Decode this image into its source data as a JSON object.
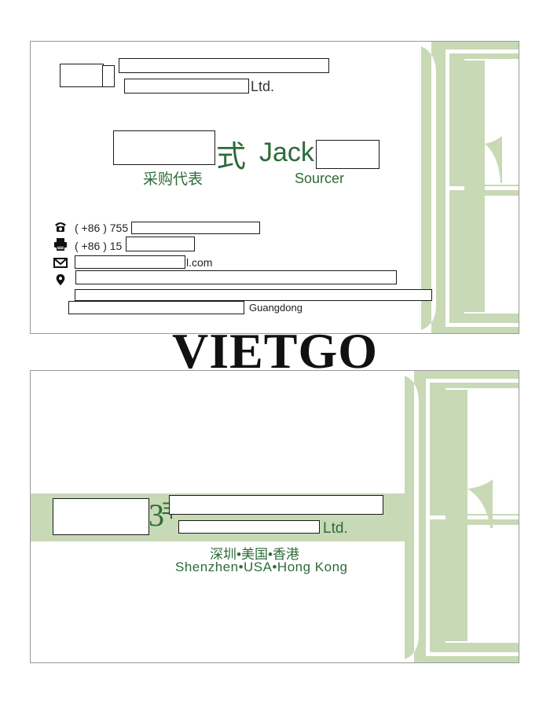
{
  "front": {
    "company_en_suffix": "Ltd.",
    "name_en_first": "Jack",
    "title_cn": "采购代表",
    "title_en": "Sourcer",
    "phone_prefix": "( +86 ) 755",
    "fax_prefix": "( +86 ) 15",
    "email_suffix": "l.com",
    "address_suffix": "Guangdong",
    "deco_letter": "E"
  },
  "back": {
    "company_en_suffix": "Ltd.",
    "locations_cn": "深圳•美国•香港",
    "locations_en": "Shenzhen•USA•Hong Kong",
    "deco_letter": "E"
  },
  "watermark": "VIETGO",
  "colors": {
    "brand_green": "#2e6b3a",
    "pale_green": "#c8d9b6"
  },
  "icons": [
    "phone-icon",
    "fax-icon",
    "email-icon",
    "location-pin-icon"
  ]
}
